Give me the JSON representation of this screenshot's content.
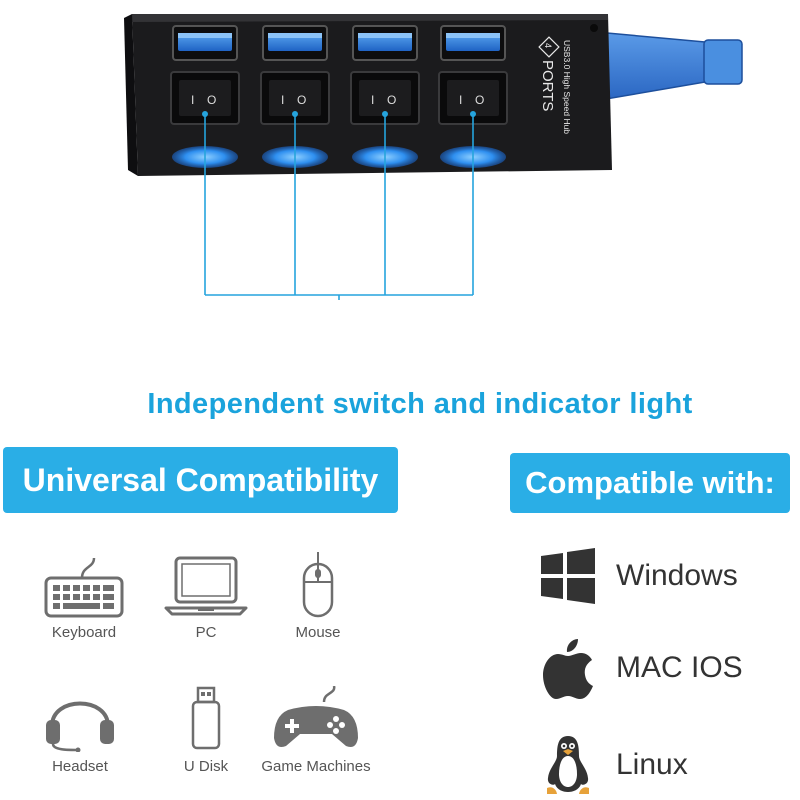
{
  "hub": {
    "brand_line1": "PORTS",
    "brand_badge": "4",
    "brand_line2": "USB3.0 High Speed Hub",
    "switch_on_symbol": "I",
    "switch_off_symbol": "O",
    "colors": {
      "body": "#1b1b1d",
      "port_blue": "#2f7fd8",
      "led_blue": "#2e95f2",
      "callout_line": "#25a4dd",
      "cable_blue": "#3b82d6"
    }
  },
  "headline": "Independent switch and indicator light",
  "universal": {
    "title": "Universal Compatibility",
    "devices": [
      {
        "icon": "keyboard-icon",
        "label": "Keyboard"
      },
      {
        "icon": "laptop-icon",
        "label": "PC"
      },
      {
        "icon": "mouse-icon",
        "label": "Mouse"
      },
      {
        "icon": "headset-icon",
        "label": "Headset"
      },
      {
        "icon": "usb-drive-icon",
        "label": "U Disk"
      },
      {
        "icon": "gamepad-icon",
        "label": "Game Machines"
      }
    ]
  },
  "compatible": {
    "title": "Compatible with:",
    "os": [
      {
        "icon": "windows-icon",
        "label": "Windows"
      },
      {
        "icon": "apple-icon",
        "label": "MAC IOS"
      },
      {
        "icon": "linux-icon",
        "label": "Linux"
      }
    ]
  }
}
